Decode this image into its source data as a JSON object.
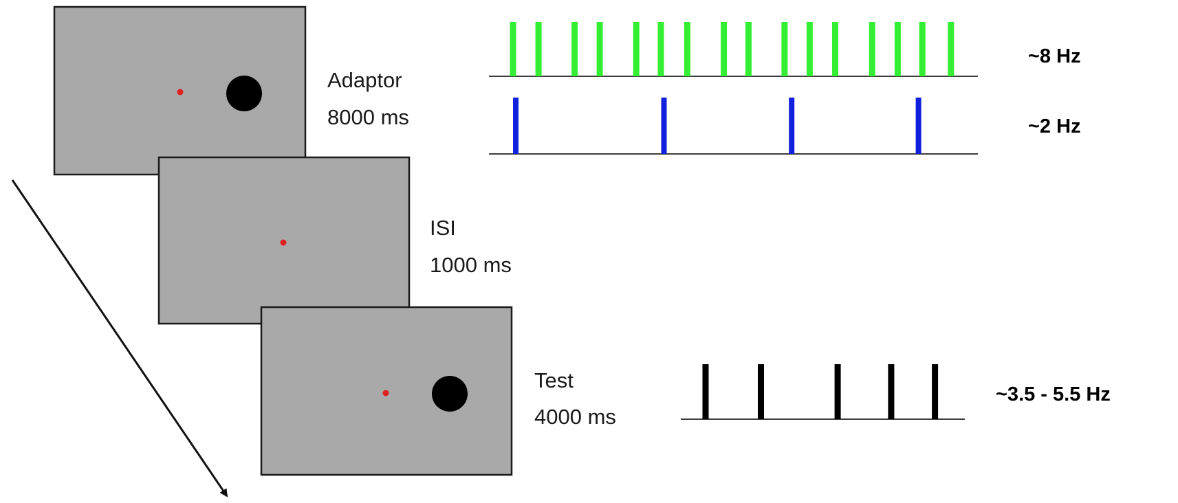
{
  "colors": {
    "background": "#ffffff",
    "screen_fill": "#a9a9a9",
    "fixation_dot": "#e02020",
    "stimulus_disc": "#000000",
    "green_pulses": "#33ee33",
    "blue_pulses": "#1020dd",
    "black_pulses": "#000000",
    "axis_line": "#222222"
  },
  "screens": [
    {
      "id": "adaptor",
      "name": "Adaptor",
      "duration": "8000 ms",
      "has_stimulus": true
    },
    {
      "id": "isi",
      "name": "ISI",
      "duration": "1000 ms",
      "has_stimulus": false
    },
    {
      "id": "test",
      "name": "Test",
      "duration": "4000 ms",
      "has_stimulus": true
    }
  ],
  "pulse_trains": [
    {
      "id": "adaptor-8hz",
      "rate_label": "~8 Hz",
      "color_key": "green_pulses",
      "pulse_positions": [
        0.0,
        0.058,
        0.14,
        0.197,
        0.28,
        0.336,
        0.396,
        0.479,
        0.535,
        0.617,
        0.674,
        0.732,
        0.816,
        0.874,
        0.93,
        0.995
      ]
    },
    {
      "id": "adaptor-2hz",
      "rate_label": "~2 Hz",
      "color_key": "blue_pulses",
      "pulse_positions": [
        0.0,
        0.347,
        0.646,
        0.943
      ]
    },
    {
      "id": "test-variable",
      "rate_label": "~3.5 - 5.5 Hz",
      "color_key": "black_pulses",
      "pulse_positions": [
        0.0,
        0.239,
        0.57,
        0.801,
        0.99
      ]
    }
  ]
}
